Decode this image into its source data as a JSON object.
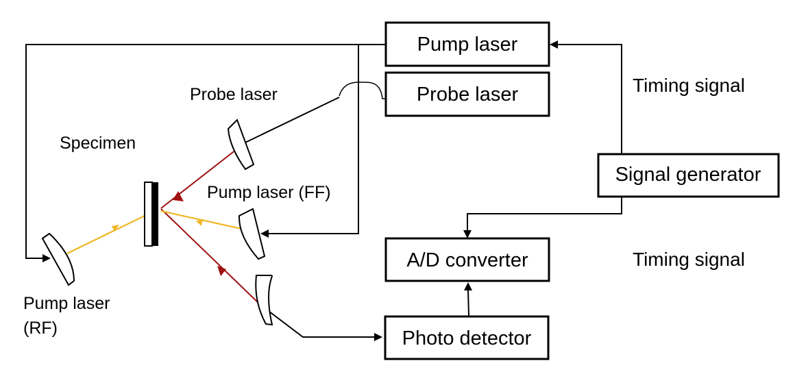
{
  "diagram": {
    "boxes": {
      "pump_laser": "Pump laser",
      "probe_laser": "Probe laser",
      "signal_generator": "Signal generator",
      "ad_converter": "A/D converter",
      "photo_detector": "Photo detector"
    },
    "labels": {
      "probe_laser": "Probe laser",
      "specimen": "Specimen",
      "pump_laser_ff": "Pump laser (FF)",
      "pump_laser_rf_line1": "Pump laser",
      "pump_laser_rf_line2": "(RF)",
      "timing_signal_top": "Timing signal",
      "timing_signal_bottom": "Timing signal"
    },
    "colors": {
      "probe_beam": "#a01010",
      "pump_beam": "#f0b828",
      "wire": "#000000"
    }
  }
}
